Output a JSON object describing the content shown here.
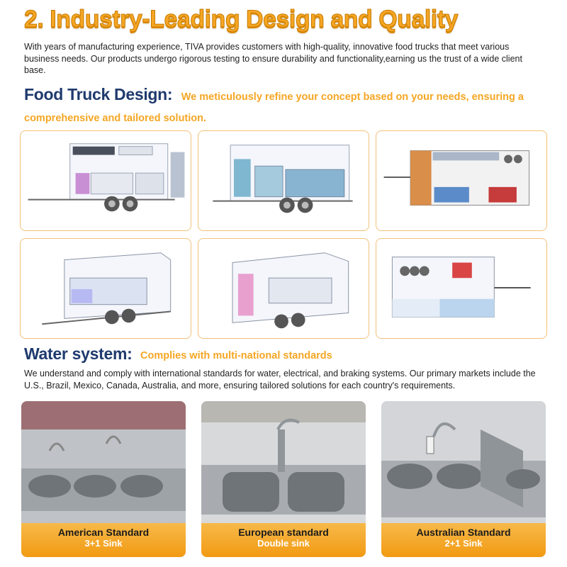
{
  "header": {
    "title": "2. Industry-Leading Design and Quality",
    "intro": "With years of manufacturing experience, TIVA provides customers with high-quality, innovative food trucks that meet various business needs. Our products undergo rigorous testing to ensure durability and functionality,earning us the trust of a wide client base."
  },
  "design": {
    "title": "Food Truck Design:",
    "subtitle": "We meticulously refine your concept based on your needs, ensuring a comprehensive and tailored solution."
  },
  "water": {
    "title": "Water system:",
    "subtitle": "Complies with multi-national standards",
    "text": "We understand and comply with international standards for water, electrical, and braking systems. Our primary markets include the U.S., Brazil, Mexico, Canada, Australia, and more, ensuring tailored solutions for each country's requirements."
  },
  "sinks": [
    {
      "standard": "American Standard",
      "type": "3+1 Sink"
    },
    {
      "standard": "European standard",
      "type": "Double sink"
    },
    {
      "standard": "Australian Standard",
      "type": "2+1 Sink"
    }
  ],
  "colors": {
    "accent_orange": "#f5a623",
    "title_navy": "#1f3a6e",
    "card_border": "#f1c27a"
  }
}
